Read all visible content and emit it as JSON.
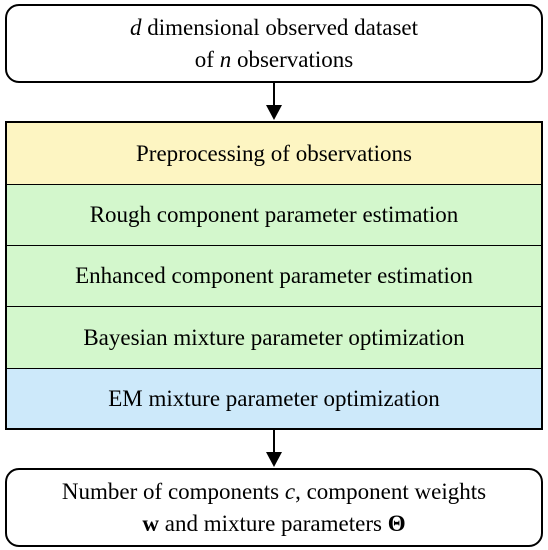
{
  "colors": {
    "preprocessing": "#fdf5c2",
    "rough": "#d3f7cc",
    "enhanced": "#d3f7cc",
    "bayesian": "#d3f7cc",
    "em": "#cde9fa",
    "stroke": "#000000"
  },
  "input": {
    "line1_var": "d",
    "line1_text": " dimensional observed dataset",
    "line2_prefix": "of ",
    "line2_var": "n",
    "line2_text": " observations"
  },
  "steps": {
    "preprocessing": "Preprocessing of observations",
    "rough": "Rough component parameter estimation",
    "enhanced": "Enhanced component parameter estimation",
    "bayesian": "Bayesian mixture parameter optimization",
    "em": "EM mixture parameter optimization"
  },
  "output": {
    "line1_text": "Number of components ",
    "line1_var": "c",
    "line1_suffix": ", component weights",
    "line2_bold_w": "w",
    "line2_text": " and mixture parameters ",
    "line2_bold_theta": "Θ"
  }
}
